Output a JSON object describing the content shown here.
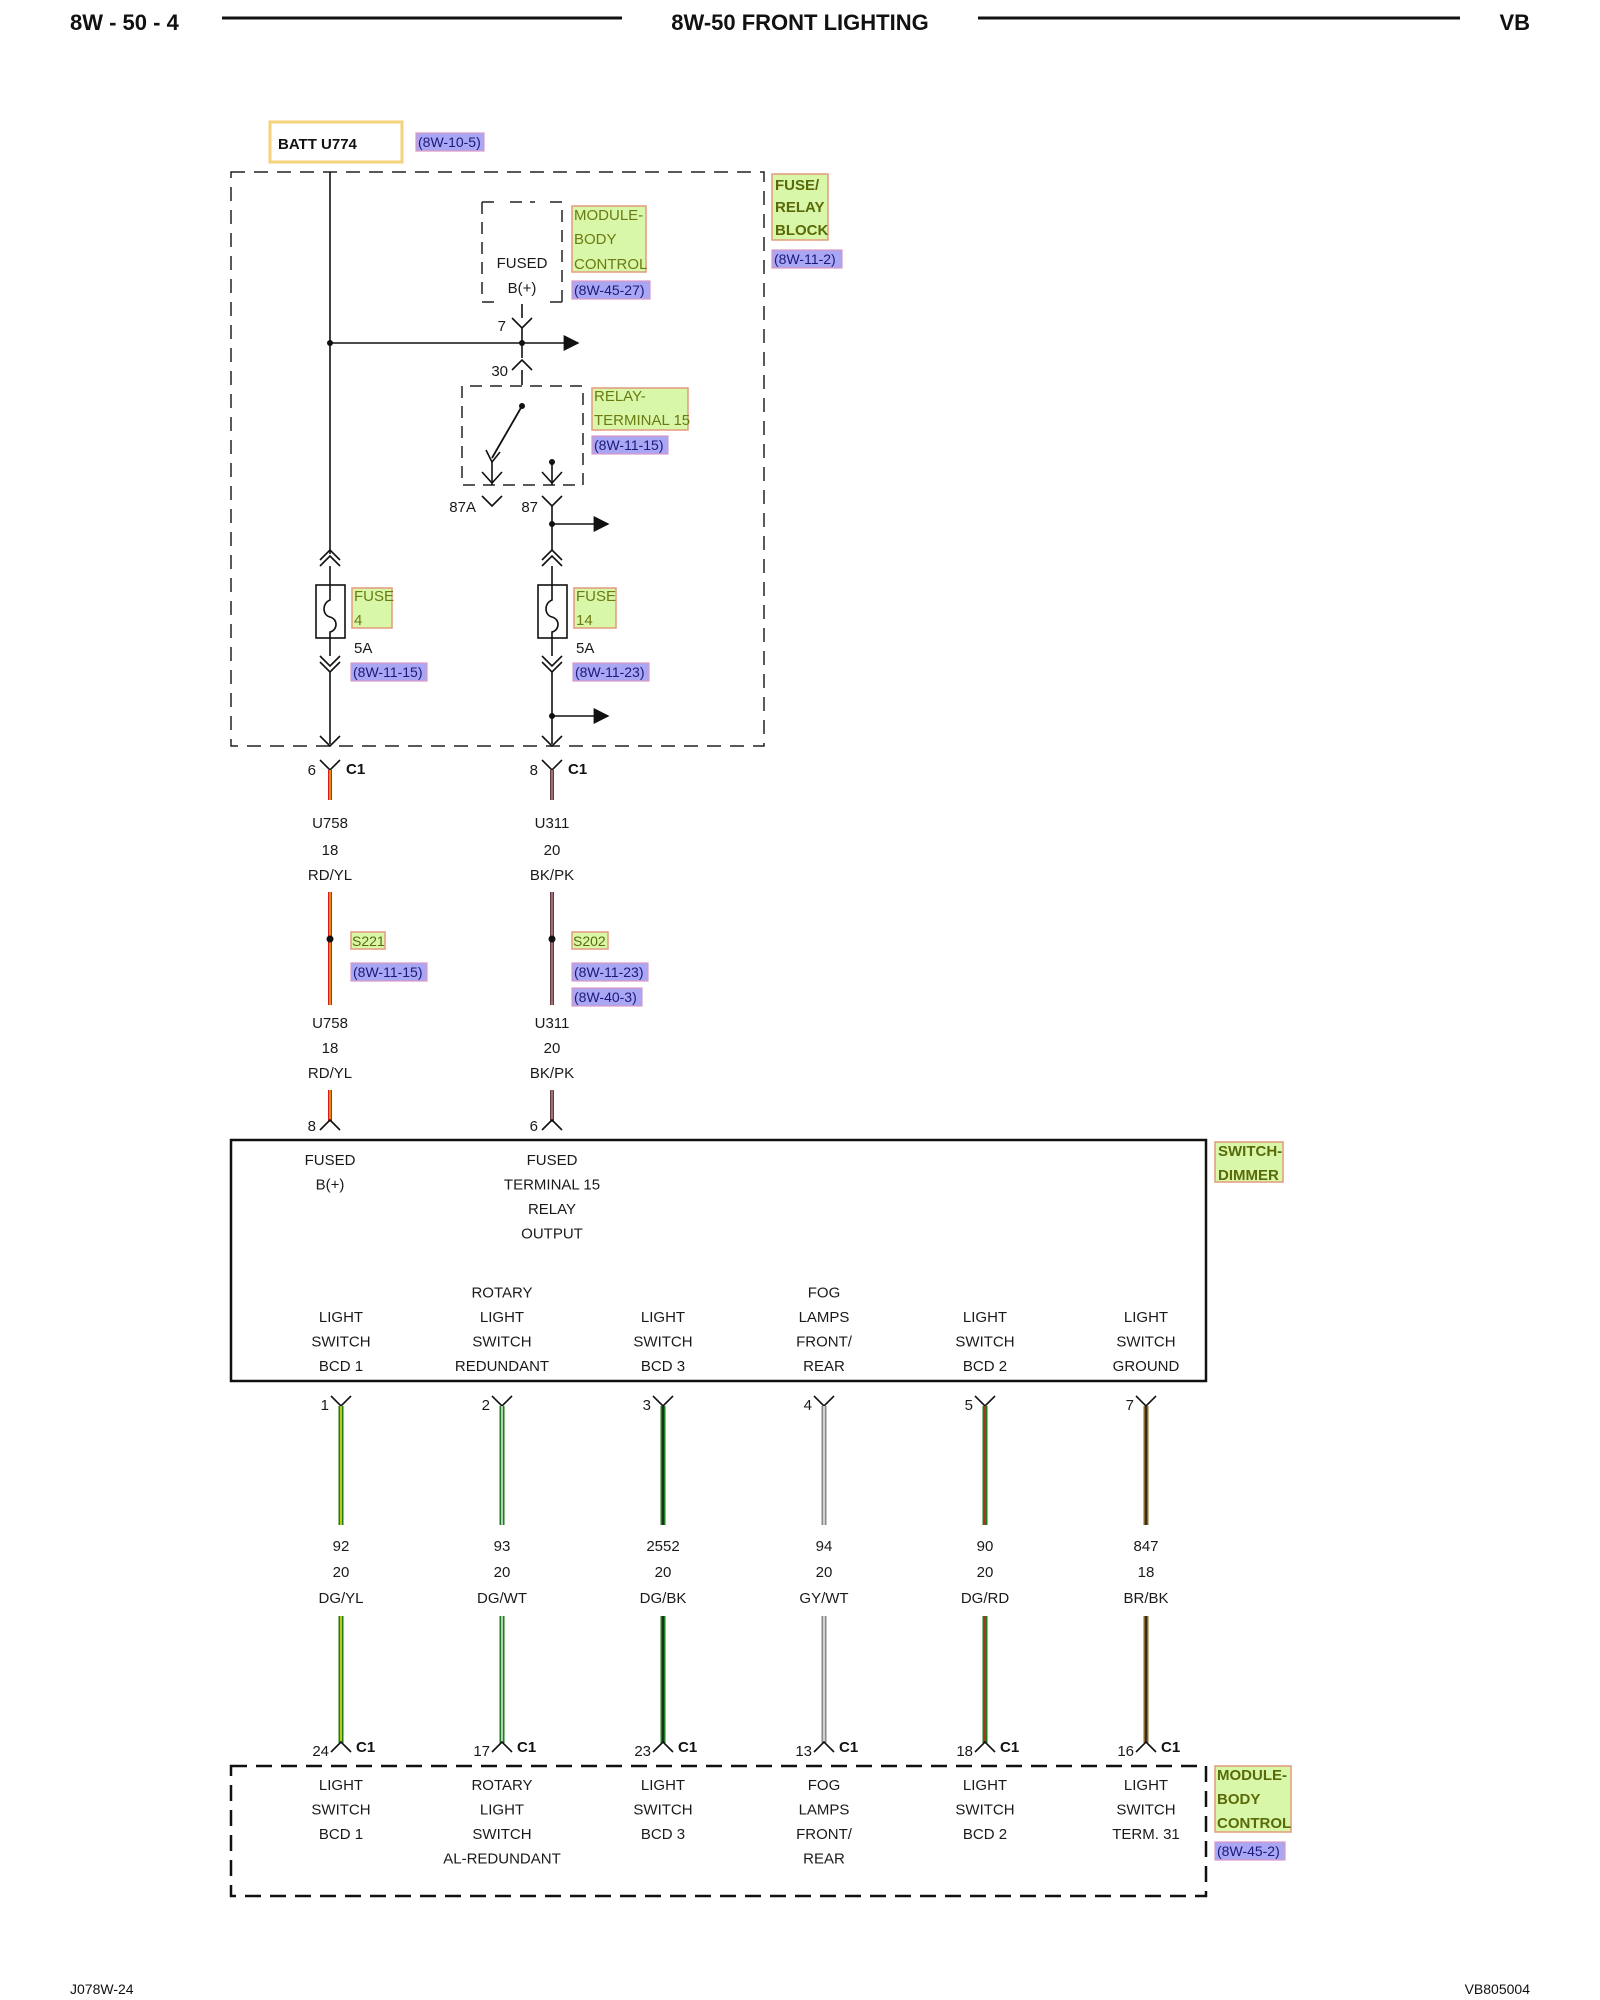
{
  "header": {
    "left": "8W - 50 - 4",
    "title": "8W-50 FRONT LIGHTING",
    "right": "VB"
  },
  "footer": {
    "left": "J078W-24",
    "right": "VB805004"
  },
  "source": {
    "label": "BATT U774",
    "ref": "(8W-10-5)"
  },
  "fuse_relay_block": {
    "label_lines": [
      "FUSE/",
      "RELAY",
      "BLOCK"
    ],
    "ref": "(8W-11-2)",
    "module_body_control": {
      "label_lines": [
        "MODULE-",
        "BODY",
        "CONTROL"
      ],
      "ref": "(8W-45-27)",
      "inner_lines": [
        "FUSED",
        "B(+)"
      ],
      "pin": "7"
    },
    "relay": {
      "label_lines": [
        "RELAY-",
        "TERMINAL 15"
      ],
      "ref": "(8W-11-15)",
      "pin_30": "30",
      "pin_87a": "87A",
      "pin_87": "87"
    },
    "fuse4": {
      "label_lines": [
        "FUSE",
        "4"
      ],
      "rating": "5A",
      "ref": "(8W-11-15)"
    },
    "fuse14": {
      "label_lines": [
        "FUSE",
        "14"
      ],
      "rating": "5A",
      "ref": "(8W-11-23)"
    }
  },
  "upper_wires": [
    {
      "top_pin": "6",
      "top_conn": "C1",
      "circuit": "U758",
      "gauge": "18",
      "color_code": "RD/YL",
      "splice": "S221",
      "splice_refs": [
        "(8W-11-15)"
      ],
      "bottom_pin": "8",
      "colors": [
        "#d81c1c",
        "#f2d40f"
      ]
    },
    {
      "top_pin": "8",
      "top_conn": "C1",
      "circuit": "U311",
      "gauge": "20",
      "color_code": "BK/PK",
      "splice": "S202",
      "splice_refs": [
        "(8W-11-23)",
        "(8W-40-3)"
      ],
      "bottom_pin": "6",
      "colors": [
        "#3a2a2a",
        "#d98ca0"
      ]
    }
  ],
  "switch_dimmer": {
    "label_lines": [
      "SWITCH-",
      "DIMMER"
    ],
    "inputs": [
      {
        "lines": [
          "FUSED",
          "B(+)"
        ]
      },
      {
        "lines": [
          "FUSED",
          "TERMINAL 15",
          "RELAY",
          "OUTPUT"
        ]
      }
    ],
    "outputs": [
      {
        "lines": [
          "LIGHT",
          "SWITCH",
          "BCD 1"
        ]
      },
      {
        "lines": [
          "ROTARY",
          "LIGHT",
          "SWITCH",
          "REDUNDANT"
        ]
      },
      {
        "lines": [
          "LIGHT",
          "SWITCH",
          "BCD 3"
        ]
      },
      {
        "lines": [
          "FOG",
          "LAMPS",
          "FRONT/",
          "REAR"
        ]
      },
      {
        "lines": [
          "LIGHT",
          "SWITCH",
          "BCD 2"
        ]
      },
      {
        "lines": [
          "LIGHT",
          "SWITCH",
          "GROUND"
        ]
      }
    ]
  },
  "lower_wires": [
    {
      "top_pin": "1",
      "circuit": "92",
      "gauge": "20",
      "color_code": "DG/YL",
      "bottom_pin": "24",
      "bottom_conn": "C1",
      "colors": [
        "#1e7d1e",
        "#f2e40f"
      ]
    },
    {
      "top_pin": "2",
      "circuit": "93",
      "gauge": "20",
      "color_code": "DG/WT",
      "bottom_pin": "17",
      "bottom_conn": "C1",
      "colors": [
        "#1e7d1e",
        "#e8e8e8"
      ]
    },
    {
      "top_pin": "3",
      "circuit": "2552",
      "gauge": "20",
      "color_code": "DG/BK",
      "bottom_pin": "23",
      "bottom_conn": "C1",
      "colors": [
        "#1e7d1e",
        "#1a1a1a"
      ]
    },
    {
      "top_pin": "4",
      "circuit": "94",
      "gauge": "20",
      "color_code": "GY/WT",
      "bottom_pin": "13",
      "bottom_conn": "C1",
      "colors": [
        "#8a8a8a",
        "#e8e8e8"
      ]
    },
    {
      "top_pin": "5",
      "circuit": "90",
      "gauge": "20",
      "color_code": "DG/RD",
      "bottom_pin": "18",
      "bottom_conn": "C1",
      "colors": [
        "#1e7d1e",
        "#d81c1c"
      ]
    },
    {
      "top_pin": "7",
      "circuit": "847",
      "gauge": "18",
      "color_code": "BR/BK",
      "bottom_pin": "16",
      "bottom_conn": "C1",
      "colors": [
        "#8b6a2a",
        "#1a1a1a"
      ]
    }
  ],
  "module_body_control": {
    "label_lines": [
      "MODULE-",
      "BODY",
      "CONTROL"
    ],
    "ref": "(8W-45-2)",
    "inputs": [
      {
        "lines": [
          "LIGHT",
          "SWITCH",
          "BCD 1"
        ]
      },
      {
        "lines": [
          "ROTARY",
          "LIGHT",
          "SWITCH",
          "AL-REDUNDANT"
        ]
      },
      {
        "lines": [
          "LIGHT",
          "SWITCH",
          "BCD 3"
        ]
      },
      {
        "lines": [
          "FOG",
          "LAMPS",
          "FRONT/",
          "REAR"
        ]
      },
      {
        "lines": [
          "LIGHT",
          "SWITCH",
          "BCD 2"
        ]
      },
      {
        "lines": [
          "LIGHT",
          "SWITCH",
          "TERM. 31"
        ]
      }
    ]
  }
}
